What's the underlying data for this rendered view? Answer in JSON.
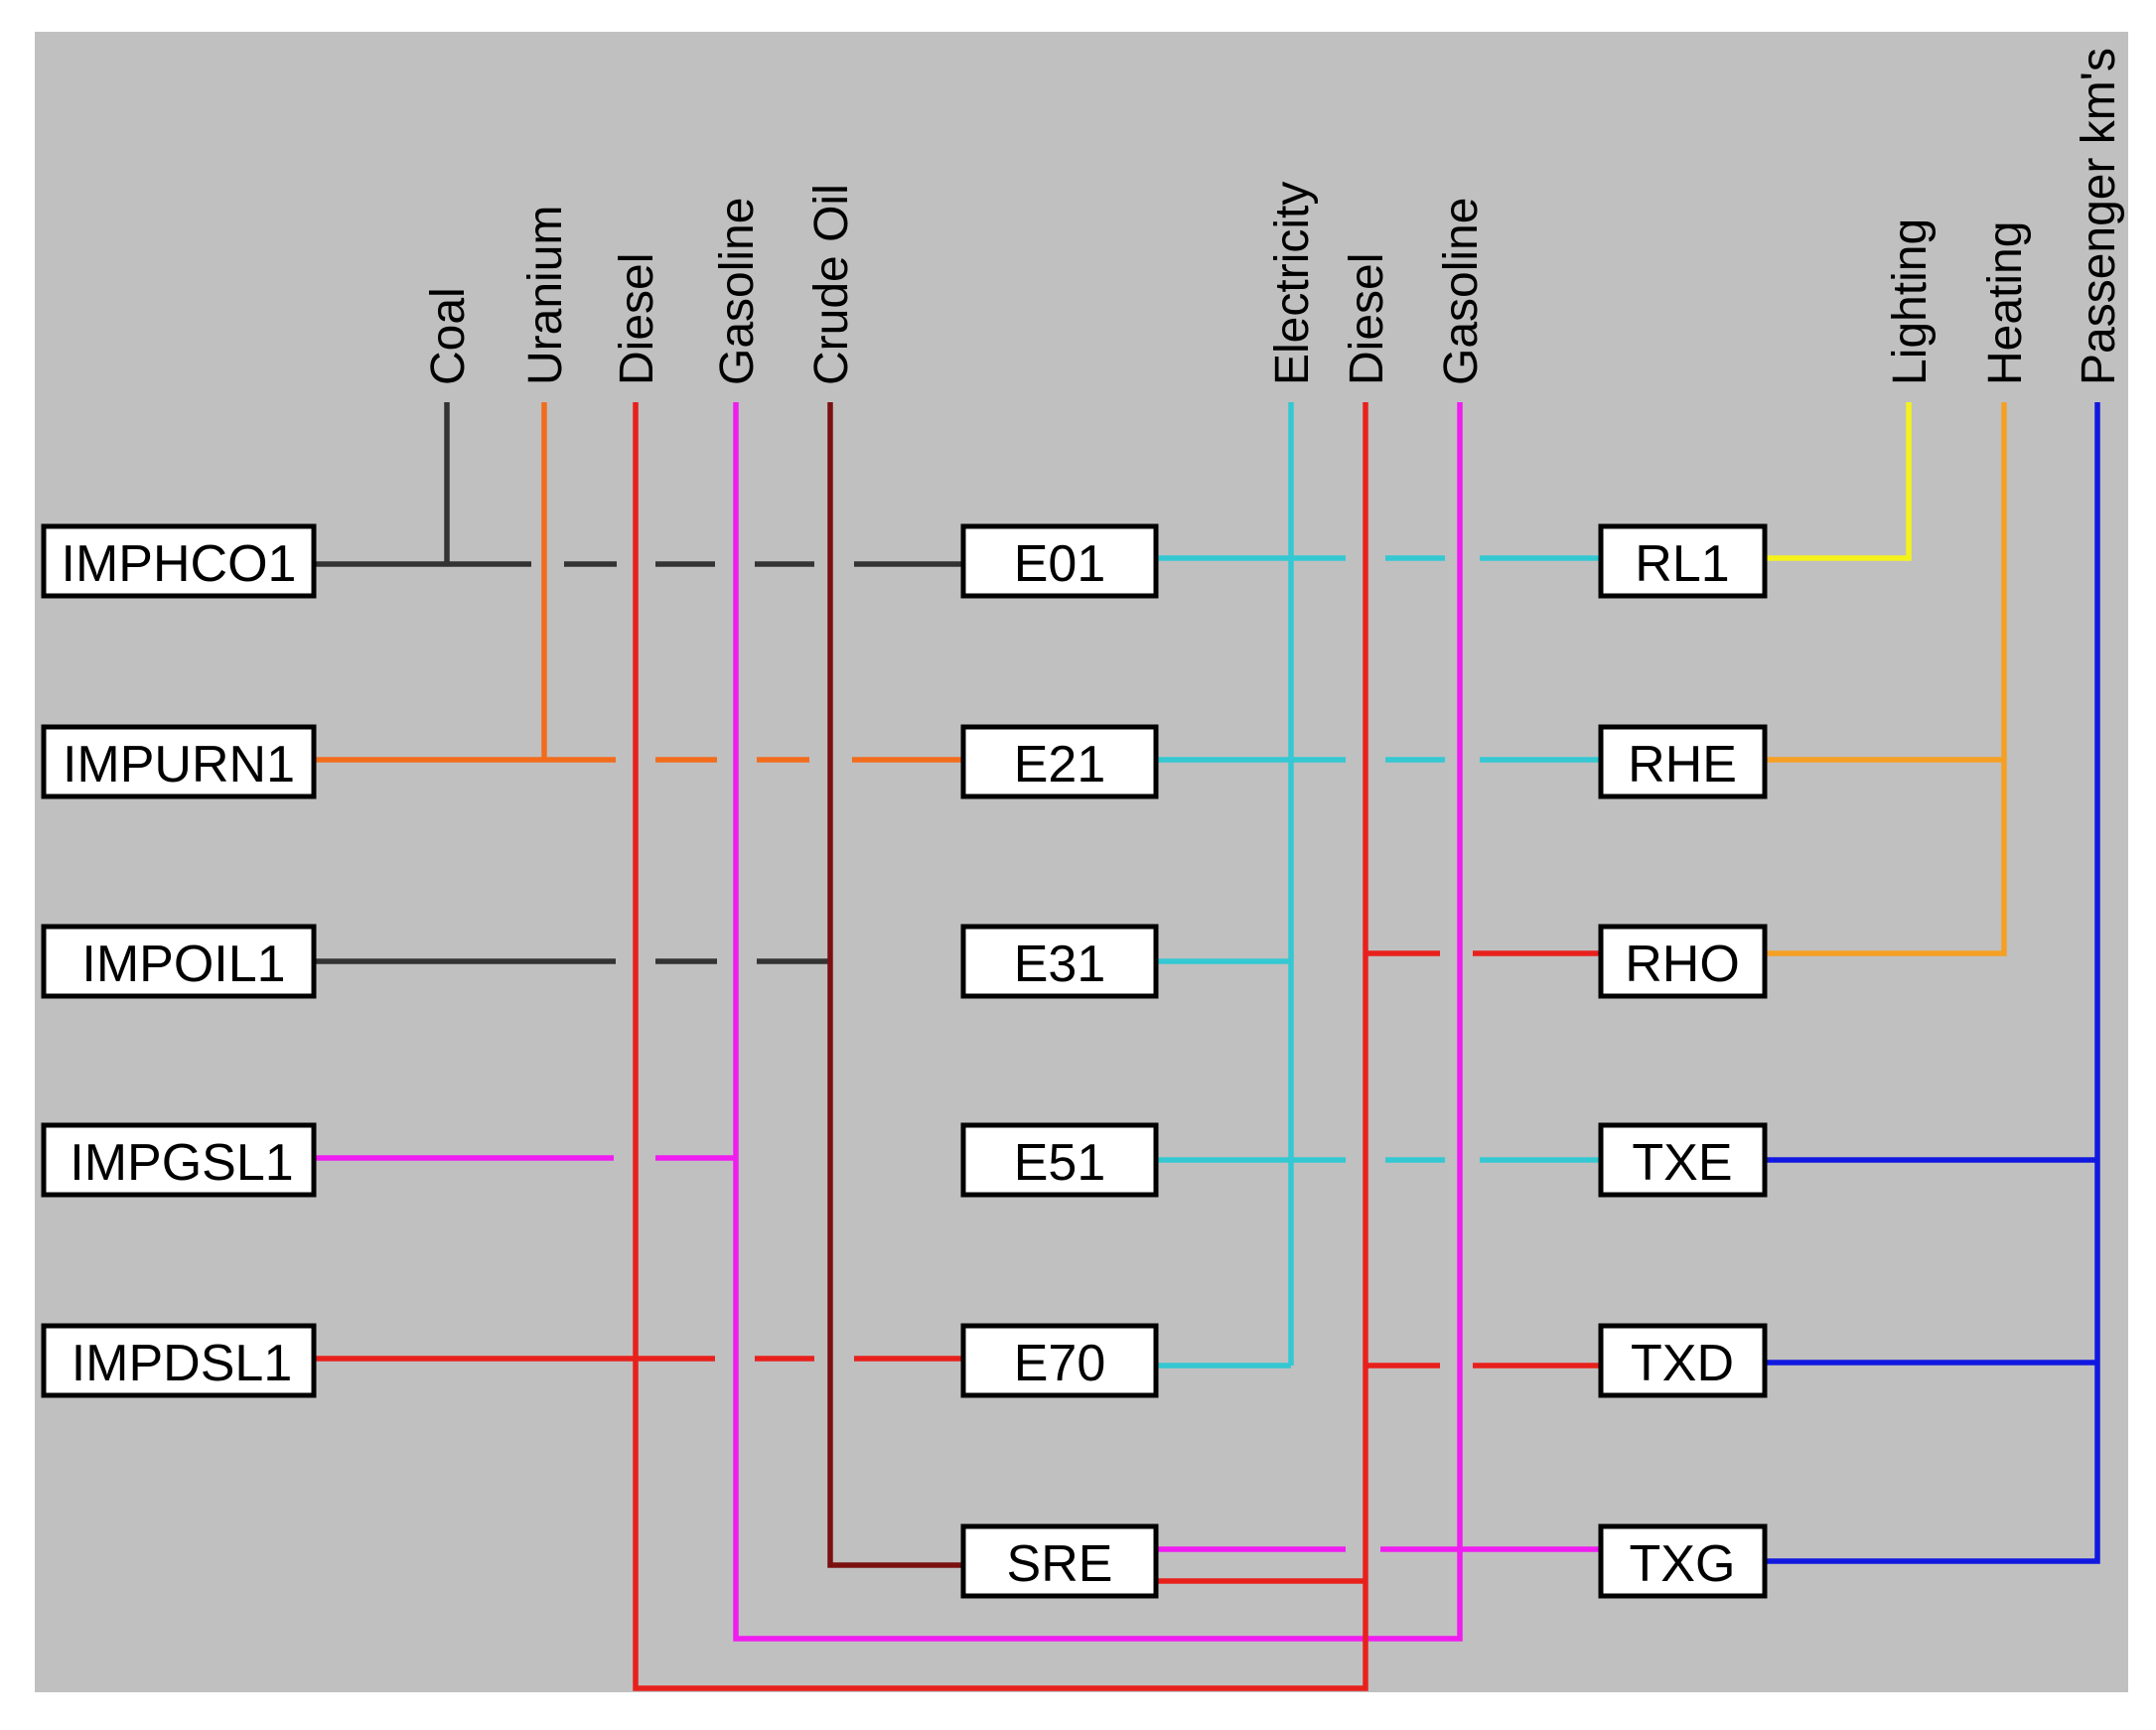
{
  "colors": {
    "background": "#c0c0c0",
    "coal": "#333333",
    "uranium": "#f26c1c",
    "diesel": "#e8201c",
    "gasoline": "#f01cf0",
    "crude_oil": "#7a1010",
    "electricity": "#34c8d2",
    "lighting": "#f5f21c",
    "heating": "#f5a024",
    "passenger_kms": "#1018e0"
  },
  "commodities": {
    "coal": "Coal",
    "uranium": "Uranium",
    "diesel_left": "Diesel",
    "gasoline_left": "Gasoline",
    "crude_oil": "Crude Oil",
    "electricity": "Electricity",
    "diesel_right": "Diesel",
    "gasoline_right": "Gasoline",
    "lighting": "Lighting",
    "heating": "Heating",
    "passenger_kms": "Passenger km's"
  },
  "import_nodes": {
    "impco": "IMPHCO1",
    "impurn": "IMPURN1",
    "impoil": "IMPOIL1",
    "impgsl": "IMPGSL1",
    "impdsl": "IMPDSL1"
  },
  "process_nodes": {
    "e01": "E01",
    "e21": "E21",
    "e31": "E31",
    "e51": "E51",
    "e70": "E70",
    "sre": "SRE"
  },
  "demand_nodes": {
    "rl1": "RL1",
    "rhe": "RHE",
    "rho": "RHO",
    "txe": "TXE",
    "txd": "TXD",
    "txg": "TXG"
  }
}
